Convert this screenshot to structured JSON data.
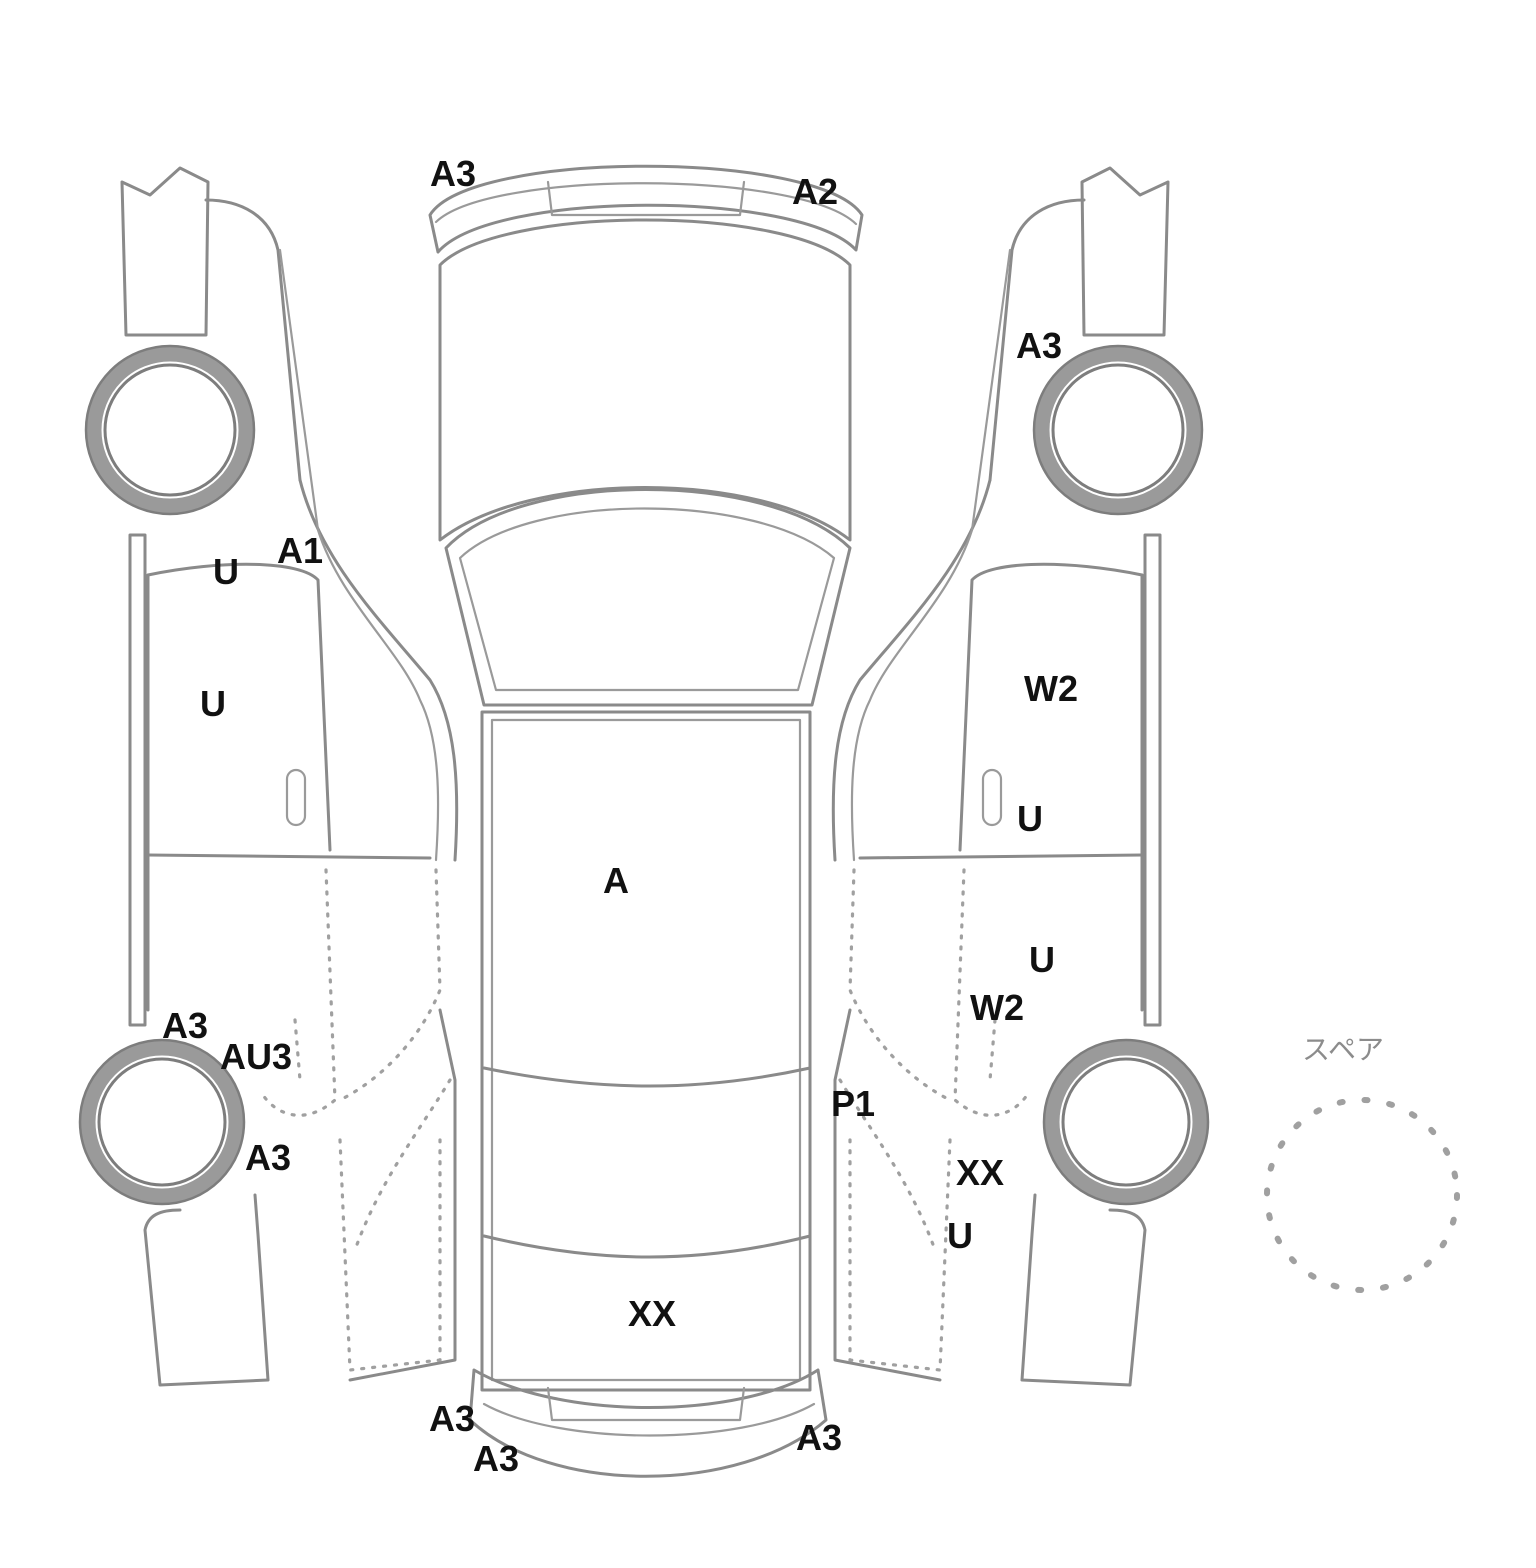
{
  "diagram": {
    "spare_tire_label": "スペア",
    "damage_codes": {
      "front_bumper_left": "A3",
      "front_bumper_right": "A2",
      "left_front_fender": "A3",
      "right_a_pillar": "A1",
      "right_front_door_top": "U",
      "right_front_door": "U",
      "roof": "A",
      "trunk": "XX",
      "right_rear_fender_upper": "A3",
      "right_rear_wheel_arch": "AU3",
      "right_rear_fender_lower": "A3",
      "left_front_door": "W2",
      "left_front_door_lower": "U",
      "left_rear_door": "U",
      "left_rear_door_lower": "W2",
      "left_rear_sill": "P1",
      "left_rear_quarter": "XX",
      "left_rear_quarter_lower": "U",
      "rear_bumper_left_upper": "A3",
      "rear_bumper_left_lower": "A3",
      "rear_bumper_right": "A3"
    }
  }
}
